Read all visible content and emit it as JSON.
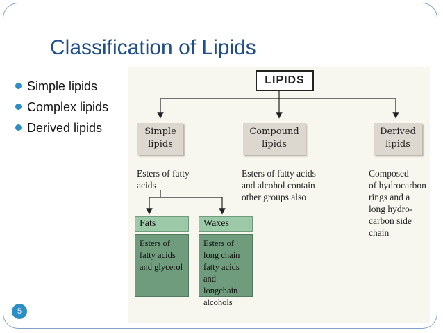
{
  "slide": {
    "title": "Classification of Lipids",
    "bullets": [
      "Simple lipids",
      "Complex lipids",
      "Derived lipids"
    ],
    "page_number": "5"
  },
  "diagram": {
    "root": "LIPIDS",
    "categories": [
      {
        "label": "Simple\nlipids",
        "description": "Esters of fatty\nacids"
      },
      {
        "label": "Compound\nlipids",
        "description": "Esters of fatty acids\nand alcohol contain\nother groups also"
      },
      {
        "label": "Derived\nlipids",
        "description": "Composed\nof hydrocarbon\nrings and a\nlong hydro-\ncarbon side\nchain"
      }
    ],
    "subtypes": [
      {
        "label": "Fats",
        "description": "Esters of\nfatty acids\nand glycerol"
      },
      {
        "label": "Waxes",
        "description": "Esters  of\nlong chain\nfatty acids\nand longchain\nalcohols"
      }
    ]
  }
}
